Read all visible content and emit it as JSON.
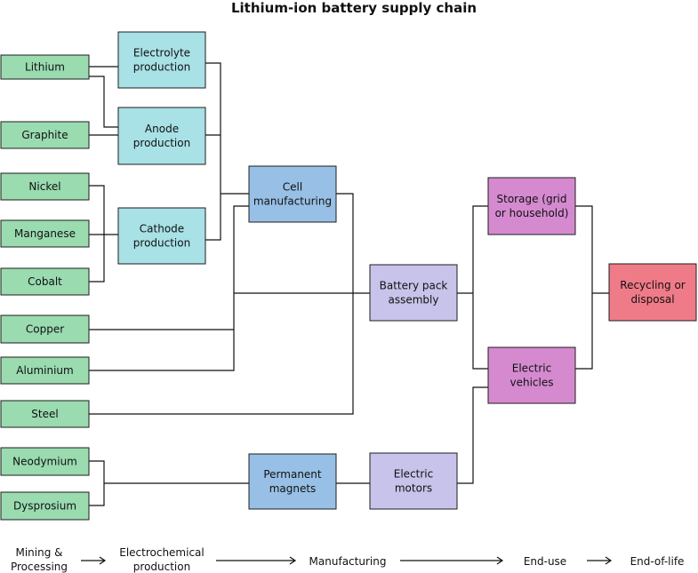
{
  "title": "Lithium-ion battery supply chain",
  "colors": {
    "raw": "#9adbb0",
    "chem": "#a8e1e6",
    "cell": "#98c0e6",
    "assembly": "#c8c3ea",
    "enduse": "#d58ad0",
    "eol": "#f07b88",
    "line": "#111111"
  },
  "nodes": [
    {
      "id": "lithium",
      "kind": "raw",
      "lines": [
        "Lithium"
      ]
    },
    {
      "id": "graphite",
      "kind": "raw",
      "lines": [
        "Graphite"
      ]
    },
    {
      "id": "nickel",
      "kind": "raw",
      "lines": [
        "Nickel"
      ]
    },
    {
      "id": "manganese",
      "kind": "raw",
      "lines": [
        "Manganese"
      ]
    },
    {
      "id": "cobalt",
      "kind": "raw",
      "lines": [
        "Cobalt"
      ]
    },
    {
      "id": "copper",
      "kind": "raw",
      "lines": [
        "Copper"
      ]
    },
    {
      "id": "aluminium",
      "kind": "raw",
      "lines": [
        "Aluminium"
      ]
    },
    {
      "id": "steel",
      "kind": "raw",
      "lines": [
        "Steel"
      ]
    },
    {
      "id": "neodymium",
      "kind": "raw",
      "lines": [
        "Neodymium"
      ]
    },
    {
      "id": "dysprosium",
      "kind": "raw",
      "lines": [
        "Dysprosium"
      ]
    },
    {
      "id": "electrolyte",
      "kind": "chem",
      "lines": [
        "Electrolyte",
        "production"
      ]
    },
    {
      "id": "anode",
      "kind": "chem",
      "lines": [
        "Anode",
        "production"
      ]
    },
    {
      "id": "cathode",
      "kind": "chem",
      "lines": [
        "Cathode",
        "production"
      ]
    },
    {
      "id": "cell",
      "kind": "cell",
      "lines": [
        "Cell",
        "manufacturing"
      ]
    },
    {
      "id": "magnets",
      "kind": "cell",
      "lines": [
        "Permanent",
        "magnets"
      ]
    },
    {
      "id": "pack",
      "kind": "assembly",
      "lines": [
        "Battery pack",
        "assembly"
      ]
    },
    {
      "id": "motors",
      "kind": "assembly",
      "lines": [
        "Electric",
        "motors"
      ]
    },
    {
      "id": "storage",
      "kind": "enduse",
      "lines": [
        "Storage (grid",
        "or household)"
      ]
    },
    {
      "id": "ev",
      "kind": "enduse",
      "lines": [
        "Electric",
        "vehicles"
      ]
    },
    {
      "id": "recycling",
      "kind": "eol",
      "lines": [
        "Recycling or",
        "disposal"
      ]
    }
  ],
  "stages": [
    {
      "id": "mining",
      "lines": [
        "Mining &",
        "Processing"
      ]
    },
    {
      "id": "electrochem",
      "lines": [
        "Electrochemical",
        "production"
      ]
    },
    {
      "id": "manufacturing",
      "lines": [
        "Manufacturing"
      ]
    },
    {
      "id": "enduse",
      "lines": [
        "End-use"
      ]
    },
    {
      "id": "eol",
      "lines": [
        "End-of-life"
      ]
    }
  ]
}
